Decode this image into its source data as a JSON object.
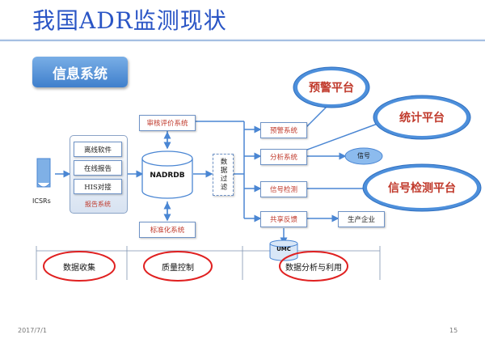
{
  "slide": {
    "title": "我国ADR监测现状",
    "section": "信息系统",
    "footer_date": "2017/7/1",
    "page_number": "15"
  },
  "colors": {
    "title": "#2a55c5",
    "accent_blue": "#4a86d3",
    "red_text": "#c0392b",
    "highlight_oval": "#e02020"
  },
  "diagram": {
    "source": "ICSRs",
    "report_system": {
      "items": [
        "离线软件",
        "在线报告",
        "HIS对接"
      ],
      "label": "报告系统"
    },
    "database": "NADRDB",
    "top_box": "审核评价系统",
    "bottom_box": "标准化系统",
    "filter_box": "数据过滤",
    "outputs": [
      "预警系统",
      "分析系统",
      "信号检测",
      "共享反馈"
    ],
    "signal_node": "信号",
    "manufacturer": "生产企业",
    "umc": "UMC",
    "callouts": [
      "预警平台",
      "统计平台",
      "信号检测平台"
    ],
    "phases": [
      "数据收集",
      "质量控制",
      "数据分析与利用"
    ]
  }
}
